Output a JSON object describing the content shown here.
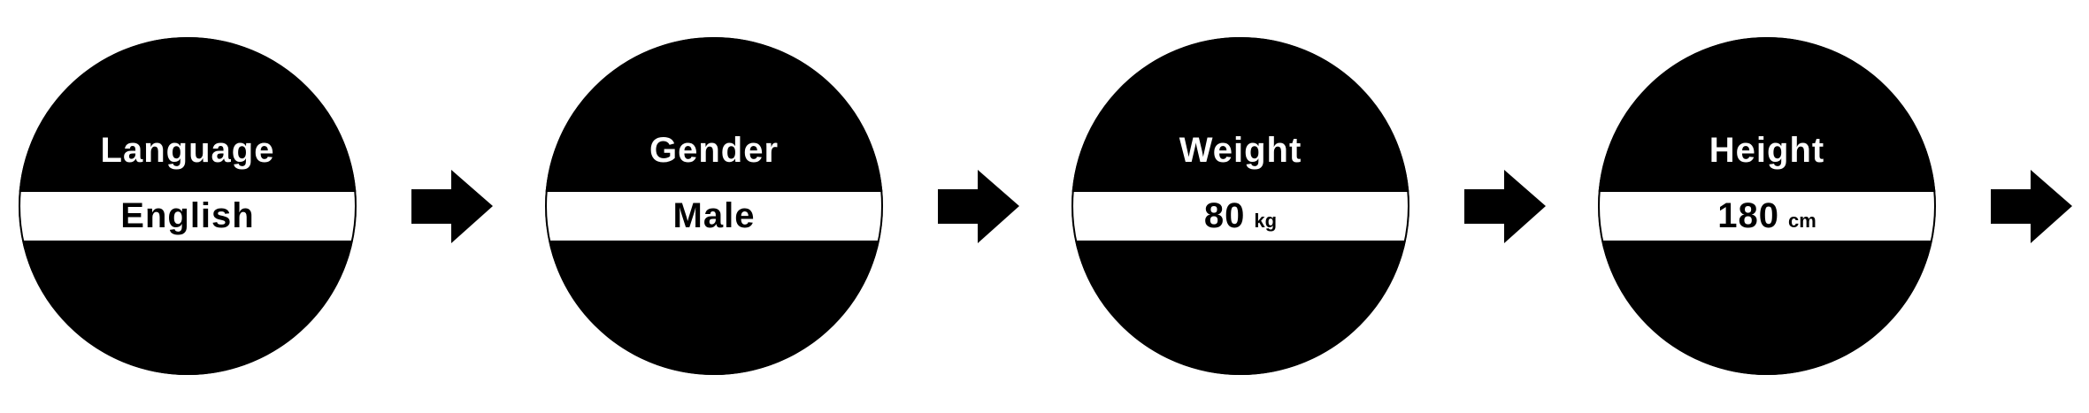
{
  "steps": [
    {
      "label": "Language",
      "value": "English",
      "unit": ""
    },
    {
      "label": "Gender",
      "value": "Male",
      "unit": ""
    },
    {
      "label": "Weight",
      "value": "80",
      "unit": "kg"
    },
    {
      "label": "Height",
      "value": "180",
      "unit": "cm"
    }
  ],
  "colors": {
    "dial": "#000000",
    "band": "#ffffff",
    "label_text": "#ffffff",
    "value_text": "#000000",
    "arrow": "#000000"
  },
  "icons": {
    "next": "right-arrow-icon"
  }
}
